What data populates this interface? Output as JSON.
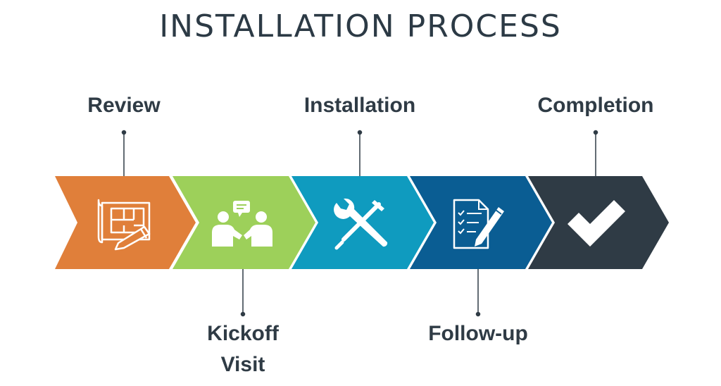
{
  "title": "INSTALLATION PROCESS",
  "colors": {
    "review": "#e07f3a",
    "kickoff": "#9dd05a",
    "installation": "#0f9bbf",
    "followup": "#0a5d93",
    "completion": "#2f3b45",
    "text": "#2f3b45",
    "connector": "#2f3b45"
  },
  "steps": [
    {
      "label": "Review",
      "icon": "blueprint-icon"
    },
    {
      "label": "Kickoff Visit",
      "icon": "meeting-icon"
    },
    {
      "label": "Installation",
      "icon": "tools-icon"
    },
    {
      "label": "Follow-up",
      "icon": "checklist-icon"
    },
    {
      "label": "Completion",
      "icon": "checkmark-icon"
    }
  ]
}
